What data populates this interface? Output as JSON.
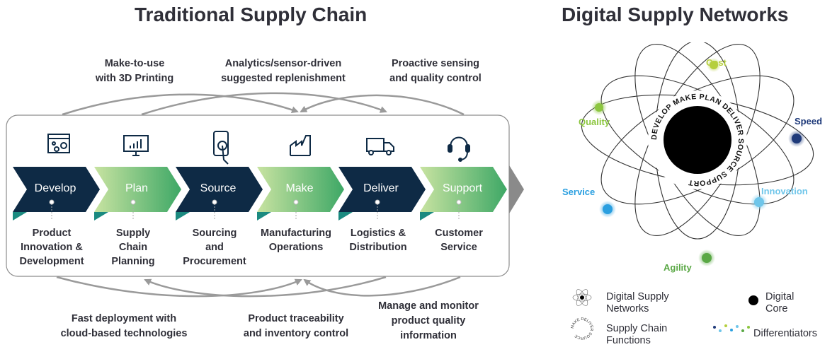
{
  "left": {
    "title": "Traditional Supply Chain",
    "top_annotations": [
      {
        "line1": "Make-to-use",
        "line2": "with 3D Printing"
      },
      {
        "line1": "Analytics/sensor-driven",
        "line2": "suggested replenishment"
      },
      {
        "line1": "Proactive sensing",
        "line2": "and quality control"
      }
    ],
    "bottom_annotations": [
      {
        "line1": "Fast deployment with",
        "line2": "cloud-based technologies"
      },
      {
        "line1": "Product traceability",
        "line2": "and inventory control"
      },
      {
        "line1": "Manage and monitor",
        "line2": "product quality",
        "line3": "information"
      }
    ],
    "stages": [
      {
        "label": "Develop",
        "icon": "browser-gear-icon",
        "desc": [
          "Product",
          "Innovation &",
          "Development"
        ]
      },
      {
        "label": "Plan",
        "icon": "monitor-chart-icon",
        "desc": [
          "Supply",
          "Chain",
          "Planning"
        ]
      },
      {
        "label": "Source",
        "icon": "phone-touch-icon",
        "desc": [
          "Sourcing",
          "and",
          "Procurement"
        ]
      },
      {
        "label": "Make",
        "icon": "factory-icon",
        "desc": [
          "Manufacturing",
          "Operations"
        ]
      },
      {
        "label": "Deliver",
        "icon": "truck-icon",
        "desc": [
          "Logistics &",
          "Distribution"
        ]
      },
      {
        "label": "Support",
        "icon": "headset-icon",
        "desc": [
          "Customer",
          "Service"
        ]
      }
    ]
  },
  "right": {
    "title": "Digital Supply Networks",
    "core_ring_text": "DEVELOP MAKE PLAN DELIVER SOURCE SUPPORT",
    "differentiators": [
      {
        "label": "Cost",
        "color": "#b5cf3d"
      },
      {
        "label": "Speed",
        "color": "#1f3a7a"
      },
      {
        "label": "Innovation",
        "color": "#6fc6ea"
      },
      {
        "label": "Agility",
        "color": "#5aa845"
      },
      {
        "label": "Service",
        "color": "#2a9fe0"
      },
      {
        "label": "Quality",
        "color": "#8cc63f"
      }
    ],
    "legend": {
      "dsn": {
        "line1": "Digital Supply",
        "line2": "Networks"
      },
      "core": {
        "line1": "Digital",
        "line2": "Core"
      },
      "functions": {
        "line1": "Supply Chain",
        "line2": "Functions"
      },
      "differentiators": "Differentiators",
      "mini_ring_text": "MAKE DELIVER SOURCE"
    }
  },
  "colors": {
    "dark_navy": "#0e2a45",
    "green_light": "#b5db86",
    "green_dark": "#3da56a",
    "teal": "#1b8a80",
    "grey_arrow": "#9a9a9a",
    "frame": "#8c8c8c"
  }
}
